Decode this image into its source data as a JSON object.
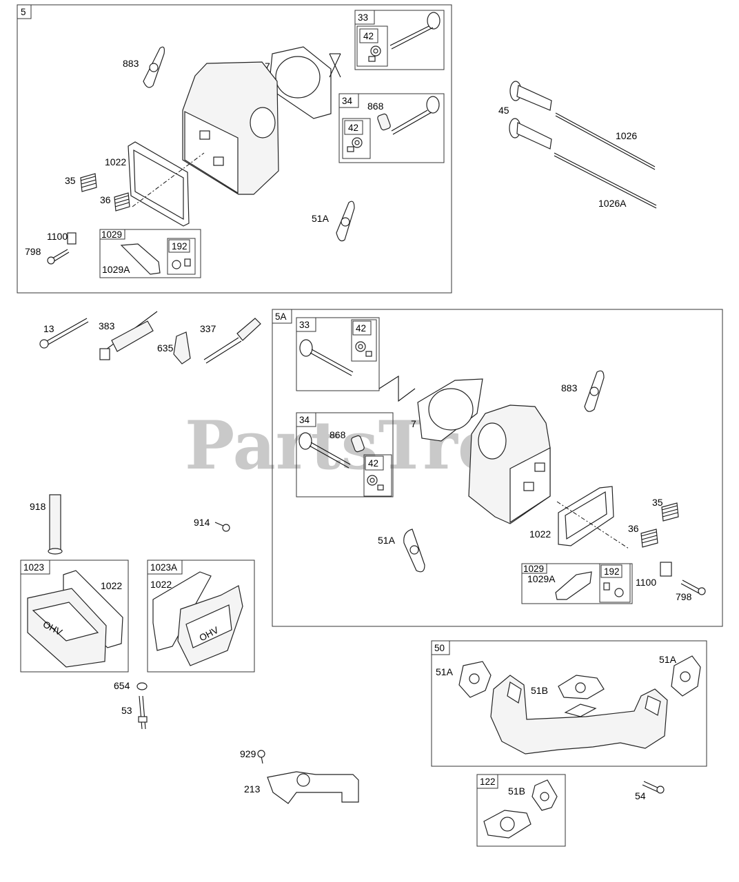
{
  "watermark": "PartsTree",
  "groups": {
    "g5": "5",
    "g5a": "5A",
    "g33a": "33",
    "g42a": "42",
    "g34a": "34",
    "g42b": "42",
    "g1029a": "1029",
    "g192a": "192",
    "g33b": "33",
    "g42c": "42",
    "g34b": "34",
    "g42d": "42",
    "g1029b": "1029",
    "g192b": "192",
    "g1023": "1023",
    "g1023a": "1023A",
    "g50": "50",
    "g122": "122"
  },
  "labels": {
    "l883a": "883",
    "l7a": "7",
    "l868a": "868",
    "l1022a": "1022",
    "l35a": "35",
    "l36a": "36",
    "l51a1": "51A",
    "l1100a": "1100",
    "l798a": "798",
    "l1029Aa": "1029A",
    "l45": "45",
    "l1026": "1026",
    "l1026A": "1026A",
    "l13": "13",
    "l383": "383",
    "l337": "337",
    "l635": "635",
    "l883b": "883",
    "l7b": "7",
    "l868b": "868",
    "l35b": "35",
    "l36b": "36",
    "l1022b": "1022",
    "l51a2": "51A",
    "l1029Ab": "1029A",
    "l1100b": "1100",
    "l798b": "798",
    "l918": "918",
    "l914": "914",
    "l1022c": "1022",
    "l1022d": "1022",
    "l654": "654",
    "l53": "53",
    "l929": "929",
    "l213": "213",
    "l51a3": "51A",
    "l51a4": "51A",
    "l51b1": "51B",
    "l51b2": "51B",
    "l54": "54"
  },
  "cover_text": "OHV"
}
